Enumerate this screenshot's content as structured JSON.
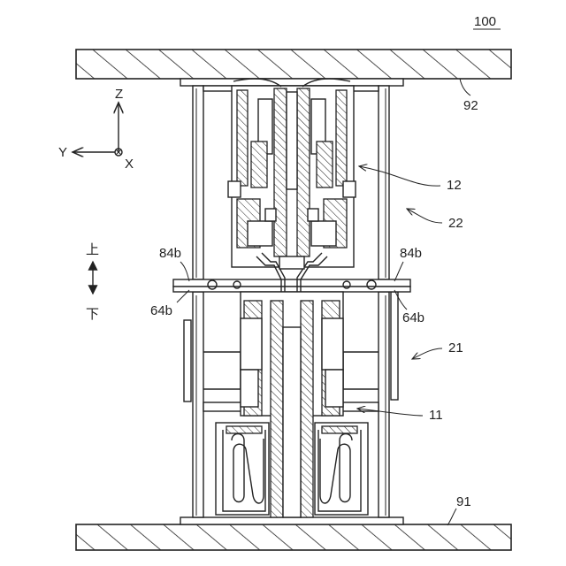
{
  "figure": {
    "number": "100",
    "labels": {
      "upper_board": "92",
      "lower_board": "91",
      "upper_connector": "12",
      "upper_housing": "22",
      "lower_connector": "11",
      "lower_housing": "21",
      "left_upper_contact": "84b",
      "left_lower_contact": "64b",
      "right_upper_contact": "84b",
      "right_lower_contact": "64b"
    },
    "axes": {
      "z": "Z",
      "y": "Y",
      "x": "X"
    },
    "direction": {
      "up": "上",
      "down": "下"
    }
  }
}
